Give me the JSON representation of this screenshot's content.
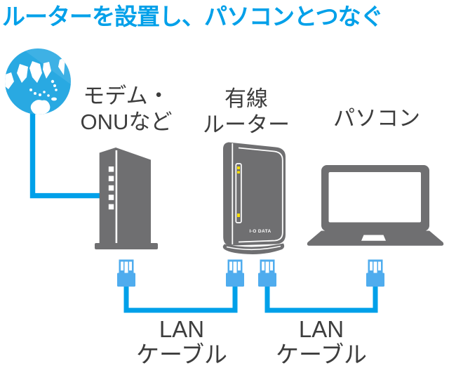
{
  "title": "ルーターを設置し、パソコンとつなぐ",
  "labels": {
    "modem": {
      "line1": "モデム・",
      "line2": "ONUなど"
    },
    "router": {
      "line1": "有線",
      "line2": "ルーター"
    },
    "pc": "パソコン",
    "lan_cable_left": {
      "line1": "LAN",
      "line2": "ケーブル"
    },
    "lan_cable_right": {
      "line1": "LAN",
      "line2": "ケーブル"
    }
  },
  "router_logo": "I-O DATA",
  "colors": {
    "title_blue": "#00A0E9",
    "cable_blue": "#00A0E9",
    "connector_blue": "#4FACEE",
    "globe_blue": "#29A9E2",
    "device_gray": "#6F6F71",
    "label_gray": "#3D3D3D",
    "led_yellow": "#FFE100",
    "background": "#FFFFFF"
  }
}
